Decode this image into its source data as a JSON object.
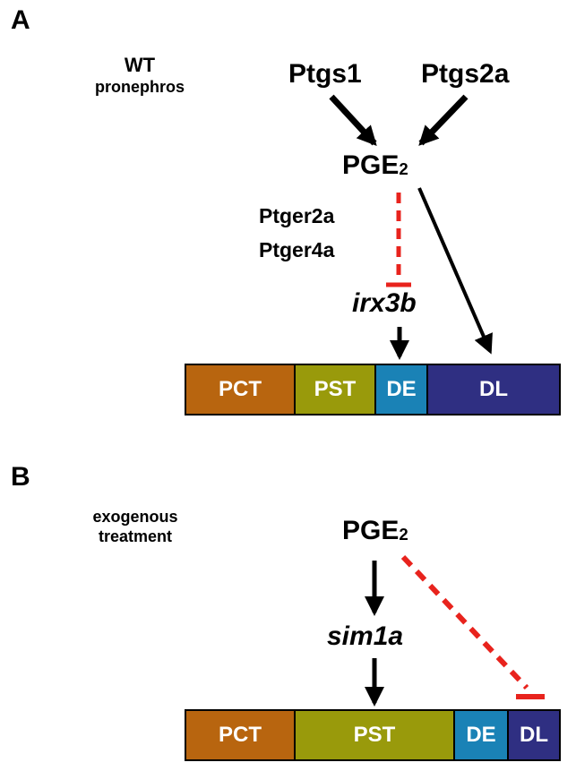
{
  "panel_a": {
    "letter": "A",
    "caption_line1": "WT",
    "caption_line2": "pronephros",
    "gene_left": "Ptgs1",
    "gene_right": "Ptgs2a",
    "pge_base": "PGE",
    "pge_sub": "2",
    "receptor_1": "Ptger2a",
    "receptor_2": "Ptger4a",
    "target_gene": "irx3b",
    "segments": [
      "PCT",
      "PST",
      "DE",
      "DL"
    ]
  },
  "panel_b": {
    "letter": "B",
    "caption_line1": "exogenous",
    "caption_line2": "treatment",
    "pge_base": "PGE",
    "pge_sub": "2",
    "target_gene": "sim1a",
    "segments": [
      "PCT",
      "PST",
      "DE",
      "DL"
    ]
  },
  "colors": {
    "pct": "#b8650f",
    "pst": "#999a0b",
    "de": "#1a82b6",
    "dl": "#2f2f82",
    "inhibit": "#e8231d",
    "activate": "#000000"
  }
}
